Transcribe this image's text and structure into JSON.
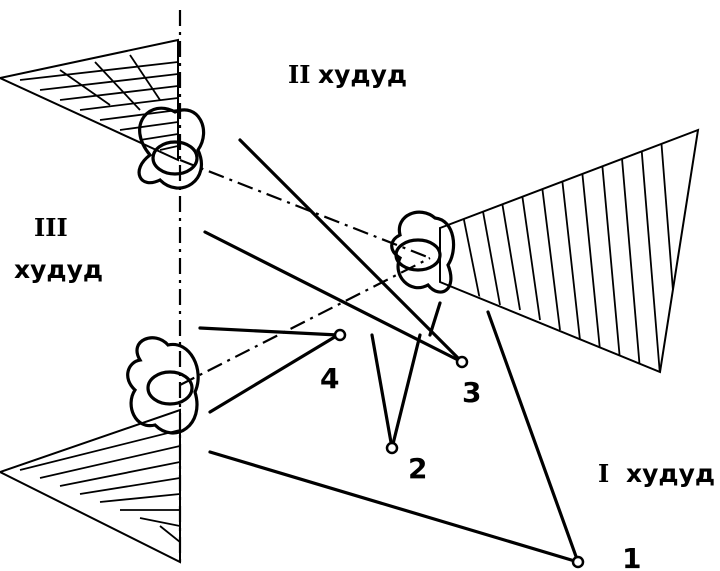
{
  "zones": {
    "zone_2": {
      "roman": "II",
      "word": "худуд"
    },
    "zone_3": {
      "roman": "III",
      "word": "худуд"
    },
    "zone_1": {
      "roman": "I",
      "word": "худуд"
    }
  },
  "points": [
    {
      "id": "point-1",
      "label": "1"
    },
    {
      "id": "point-2",
      "label": "2"
    },
    {
      "id": "point-3",
      "label": "3"
    },
    {
      "id": "point-4",
      "label": "4"
    }
  ]
}
